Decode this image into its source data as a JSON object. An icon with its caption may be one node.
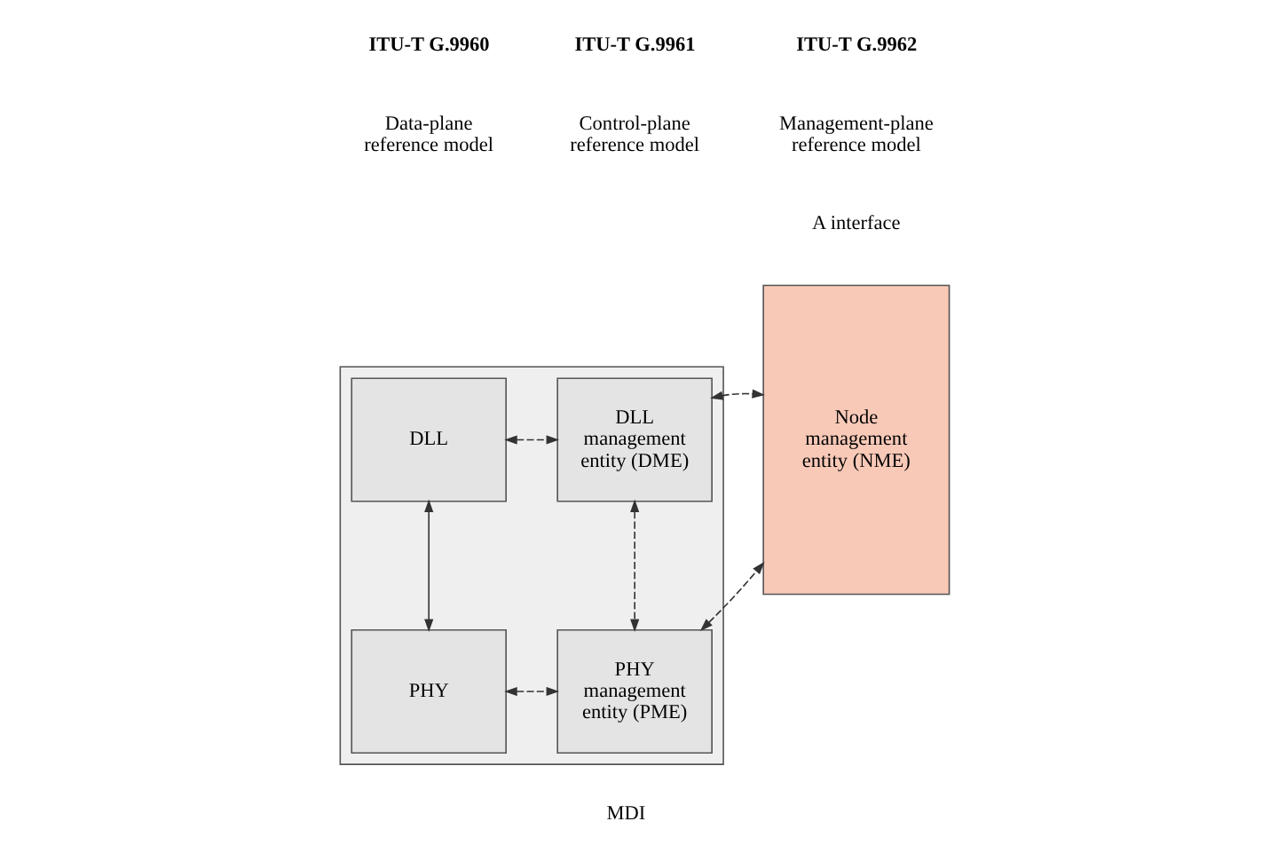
{
  "diagram": {
    "nodes": [
      {
        "text": [],
        "shape": "box"
      },
      {
        "text": [
          "DLL"
        ],
        "in": 0
      },
      {
        "text": [
          "DLL management entity (DME)"
        ],
        "in": 0
      },
      {
        "text": [
          "PHY"
        ],
        "in": 0
      },
      {
        "text": [
          "PHY management entity (PME)"
        ],
        "in": 0
      },
      {
        "text": [
          "Node management entity (NME)"
        ]
      }
    ],
    "edges": [
      {
        "from": 1,
        "to": 2,
        "arrow": "both",
        "style": "dashed"
      },
      {
        "from": 2,
        "to": 5,
        "arrow": "both",
        "style": "dashed"
      },
      {
        "from": 1,
        "to": 3,
        "arrow": "both"
      },
      {
        "from": 2,
        "to": 4,
        "arrow": "both",
        "style": "dashed"
      },
      {
        "from": 3,
        "to": 4,
        "arrow": "both",
        "style": "dashed"
      },
      {
        "from": 4,
        "to": 5,
        "arrow": "both",
        "style": "dashed"
      }
    ],
    "labels": [
      "ITU-T G.9960",
      "Data-plane reference model",
      "ITU-T G.9961",
      "Control-plane reference model",
      "ITU-T G.9962",
      "Management-plane reference model",
      "A interface",
      "MDI"
    ]
  }
}
